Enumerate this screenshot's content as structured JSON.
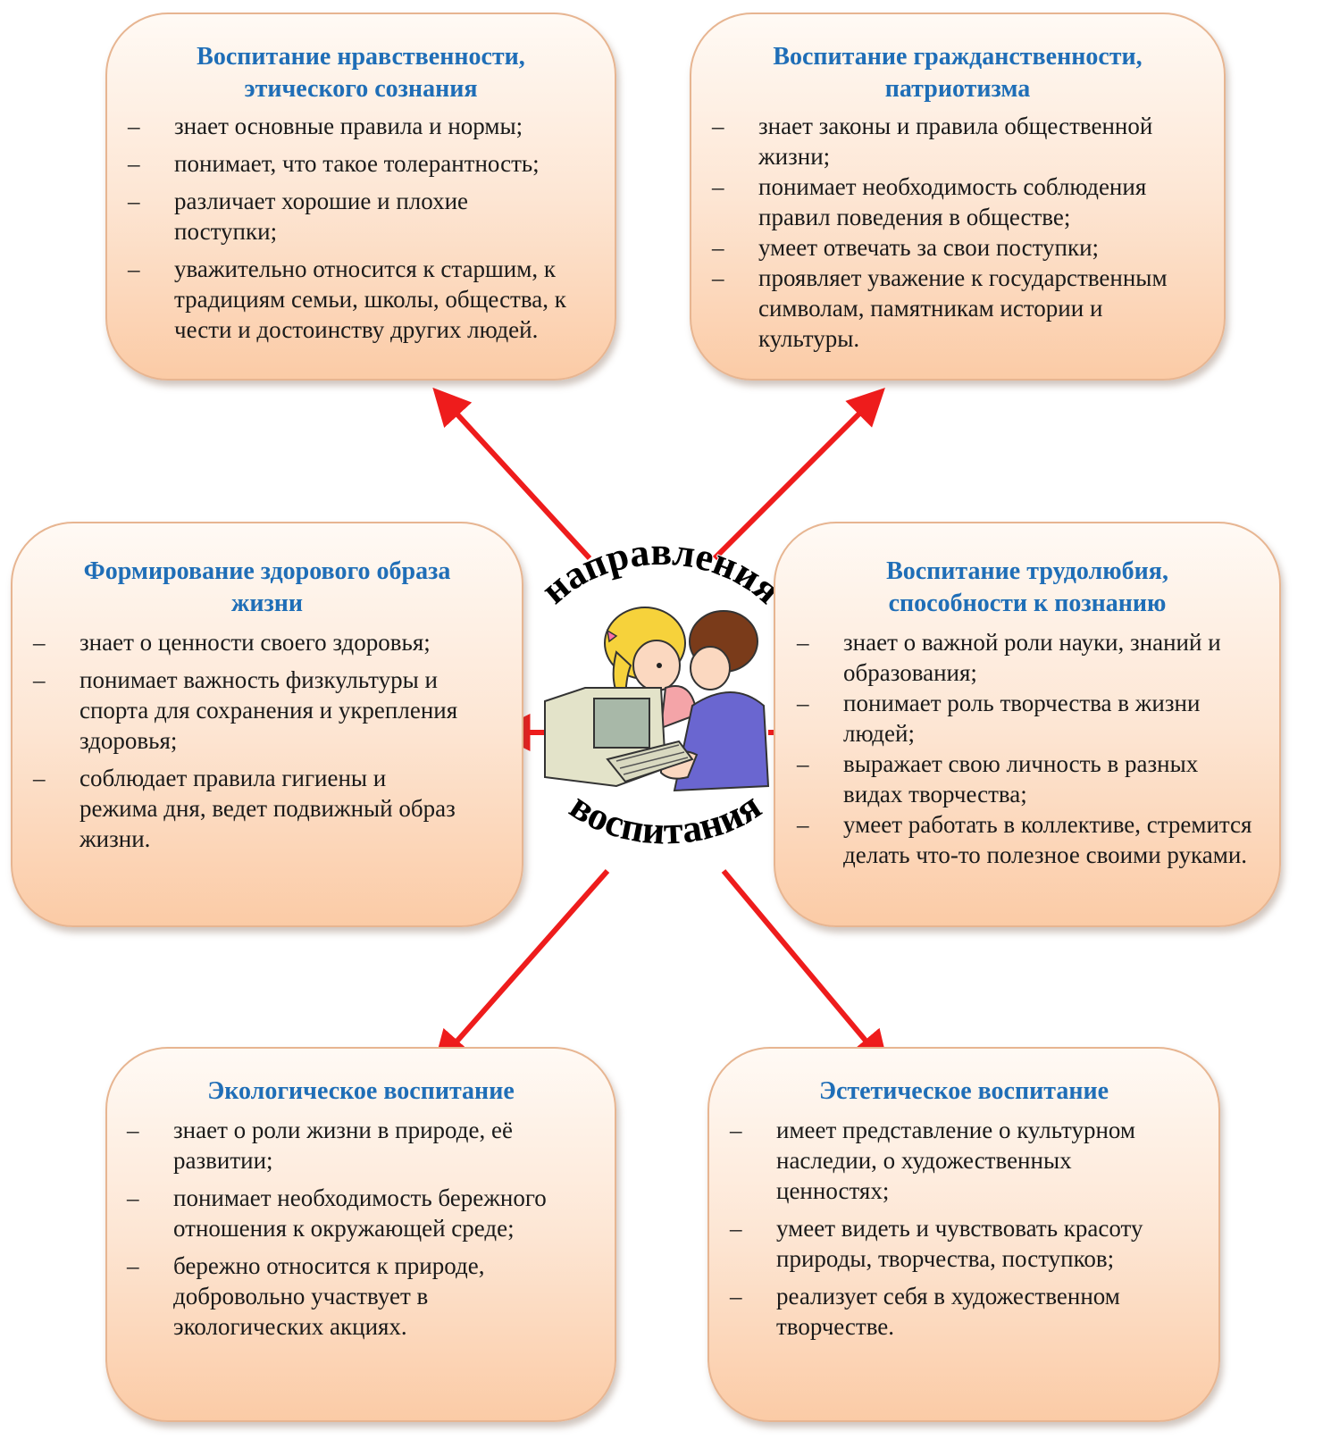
{
  "center": {
    "word_top": "направления",
    "word_bottom": "воспитания"
  },
  "boxes": {
    "morality": {
      "title": "Воспитание нравственности, этического сознания",
      "items": [
        "знает основные правила и нормы;",
        "понимает, что такое толерантность;",
        "различает хорошие и плохие поступки;",
        "уважительно относится к старшим, к традициям семьи, школы, общества, к чести и достоинству других людей."
      ]
    },
    "citizenship": {
      "title": "Воспитание гражданственности, патриотизма",
      "items": [
        "знает законы и правила общественной жизни;",
        "понимает необходимость соблюдения правил поведения в обществе;",
        "умеет отвечать за свои поступки;",
        "проявляет уважение к государственным символам, памятникам истории и культуры."
      ]
    },
    "health": {
      "title": "Формирование здорового образа жизни",
      "items": [
        "знает о ценности своего здоровья;",
        "понимает важность физкультуры и спорта для сохранения и укрепления здоровья;",
        "соблюдает правила гигиены и режима дня, ведет подвижный образ жизни."
      ]
    },
    "diligence": {
      "title": "Воспитание трудолюбия, способности к познанию",
      "items": [
        "знает о важной роли науки, знаний и образования;",
        "понимает роль творчества в жизни людей;",
        "выражает свою личность в разных видах творчества;",
        "умеет работать в коллективе, стремится делать что-то полезное своими руками."
      ]
    },
    "ecology": {
      "title": "Экологическое воспитание",
      "items": [
        "знает о роли жизни в природе, её развитии;",
        "понимает необходимость бережного отношения к окружающей среде;",
        "бережно относится к природе, добровольно участвует в экологических акциях."
      ]
    },
    "aesthetics": {
      "title": "Эстетическое воспитание",
      "items": [
        "имеет представление о культурном наследии, о художественных ценностях;",
        "умеет видеть и чувствовать красоту природы, творчества, поступков;",
        "реализует себя в художественном творчестве."
      ]
    }
  },
  "colors": {
    "arrow": "#ee1c1c",
    "title": "#1f6eb7"
  }
}
